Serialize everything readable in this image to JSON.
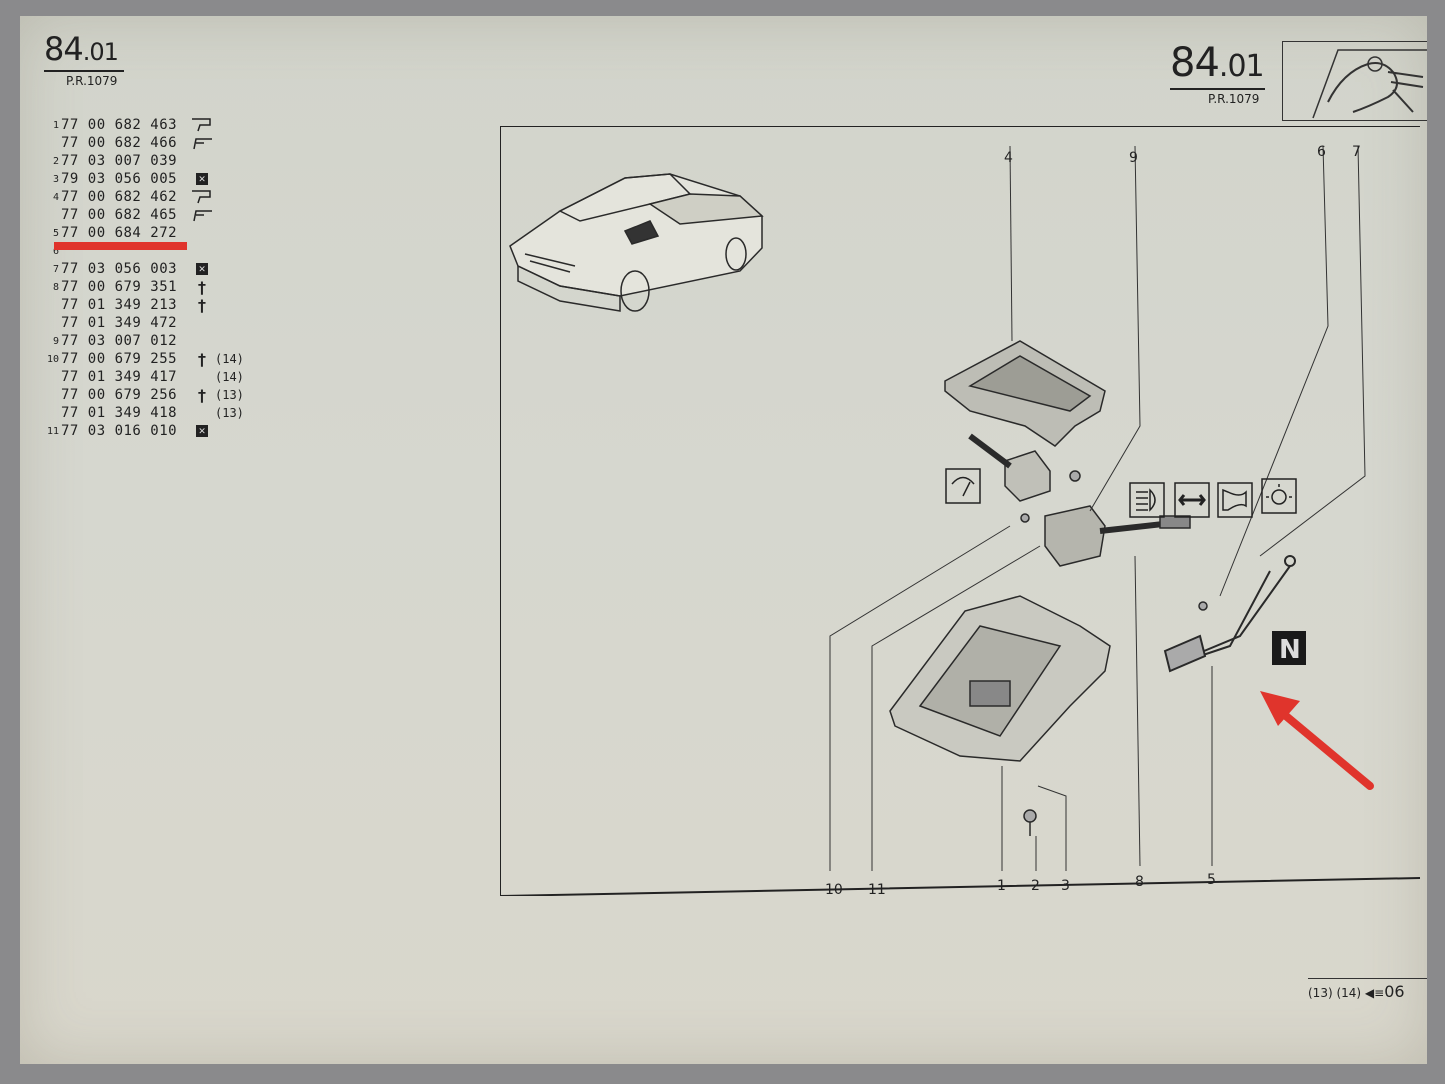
{
  "header": {
    "section_main": "84",
    "section_sub": ".01",
    "pr": "P.R.1079"
  },
  "parts": [
    {
      "ref": "1",
      "pn": "77 00 682 463",
      "icon": "bracket-left-icon",
      "note": ""
    },
    {
      "ref": "",
      "pn": "77 00 682 466",
      "icon": "bracket-right-icon",
      "note": ""
    },
    {
      "ref": "2",
      "pn": "77 03 007 039",
      "icon": "",
      "note": ""
    },
    {
      "ref": "3",
      "pn": "79 03 056 005",
      "icon": "boxed-x-icon",
      "note": ""
    },
    {
      "ref": "4",
      "pn": "77 00 682 462",
      "icon": "bracket-left-icon",
      "note": ""
    },
    {
      "ref": "",
      "pn": "77 00 682 465",
      "icon": "bracket-right-icon",
      "note": ""
    },
    {
      "ref": "5",
      "pn": "77 00 684 272",
      "icon": "",
      "note": ""
    },
    {
      "ref": "6",
      "pn": "",
      "icon": "",
      "note": ""
    },
    {
      "ref": "7",
      "pn": "77 03 056 003",
      "icon": "boxed-x-icon",
      "note": ""
    },
    {
      "ref": "8",
      "pn": "77 00 679 351",
      "icon": "dagger-icon",
      "note": ""
    },
    {
      "ref": "",
      "pn": "77 01 349 213",
      "icon": "dagger-icon",
      "note": ""
    },
    {
      "ref": "",
      "pn": "77 01 349 472",
      "icon": "",
      "note": ""
    },
    {
      "ref": "9",
      "pn": "77 03 007 012",
      "icon": "",
      "note": ""
    },
    {
      "ref": "10",
      "pn": "77 00 679 255",
      "icon": "dagger-icon",
      "note": "(14)"
    },
    {
      "ref": "",
      "pn": "77 01 349 417",
      "icon": "",
      "note": "(14)"
    },
    {
      "ref": "",
      "pn": "77 00 679 256",
      "icon": "dagger-icon",
      "note": "(13)"
    },
    {
      "ref": "",
      "pn": "77 01 349 418",
      "icon": "",
      "note": "(13)"
    },
    {
      "ref": "11",
      "pn": "77 03 016 010",
      "icon": "boxed-x-icon",
      "note": ""
    }
  ],
  "diagram": {
    "callouts_top": [
      "4",
      "9",
      "6",
      "7"
    ],
    "callouts_bottom": [
      "10",
      "11",
      "1",
      "2",
      "3",
      "8",
      "5"
    ],
    "function_icons": [
      "wiper-icon",
      "headlamp-icon",
      "indicator-arrows-icon",
      "horn-icon",
      "light-bulb-icon"
    ],
    "badge": "N"
  },
  "footer": {
    "notes": "(13) (14)",
    "page": "06"
  },
  "colors": {
    "paper": "#d4d5cc",
    "ink": "#222222",
    "highlight": "#e0342c"
  }
}
